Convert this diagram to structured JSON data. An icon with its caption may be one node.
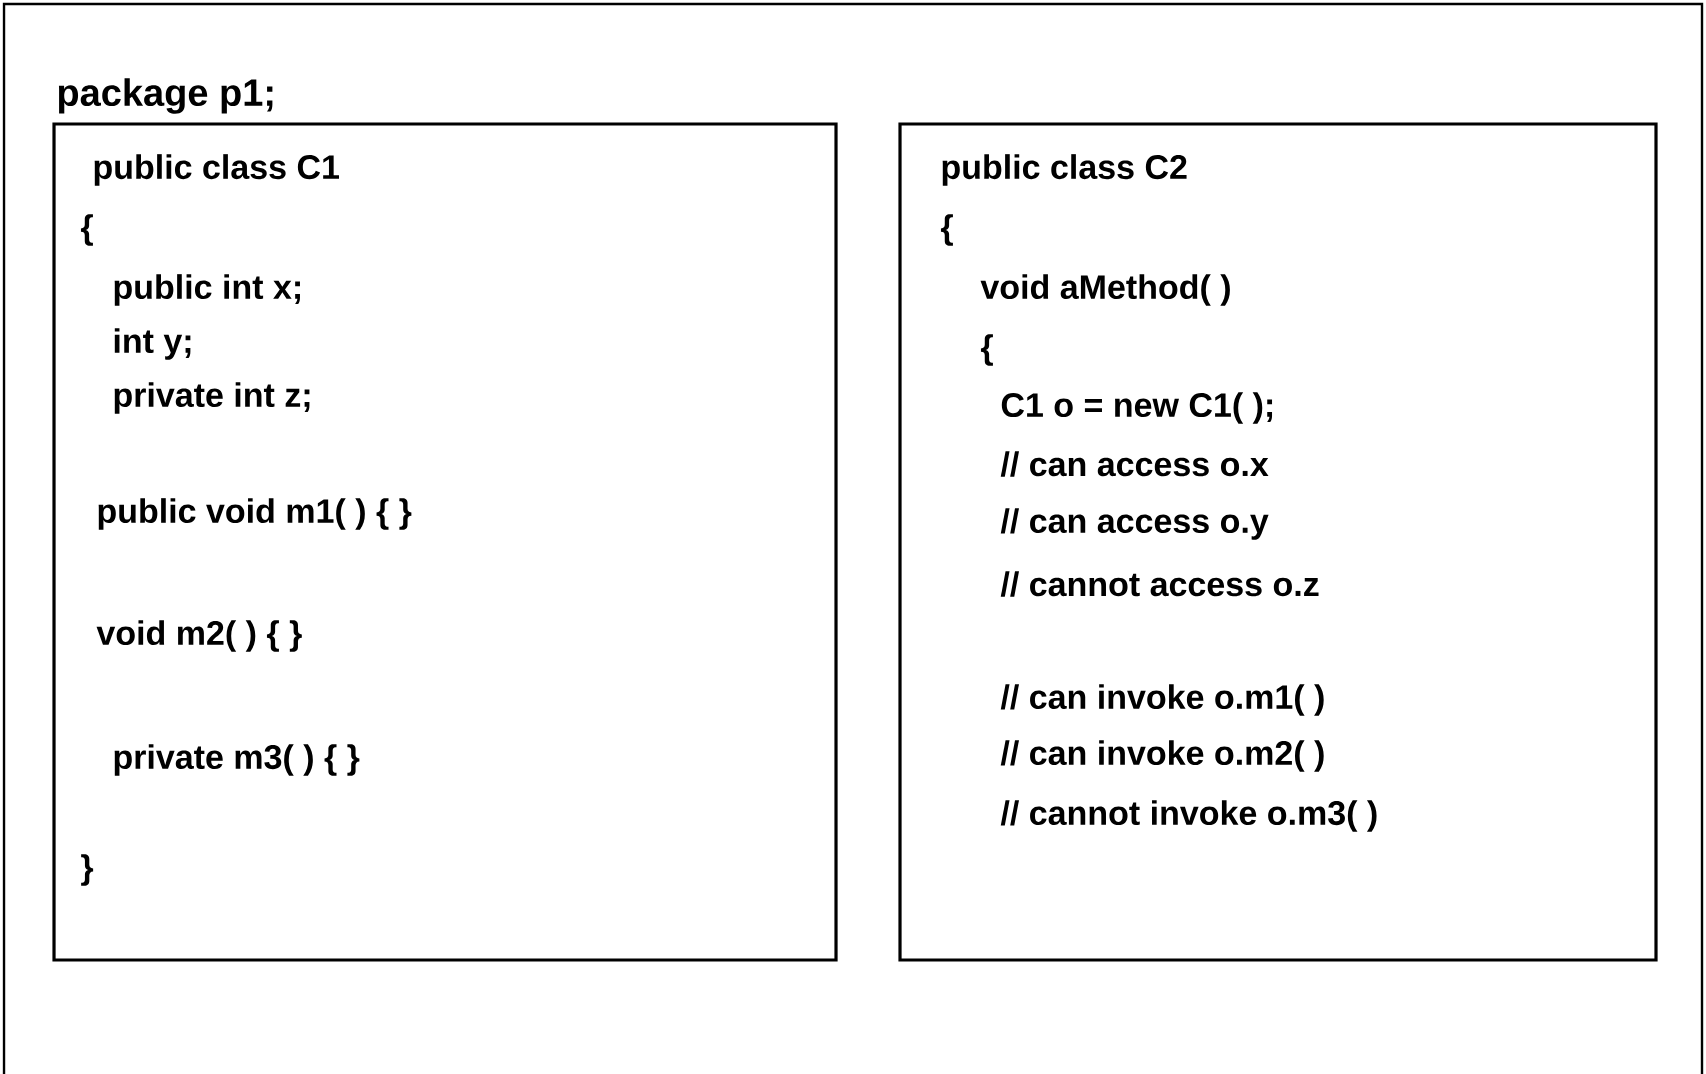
{
  "diagram": {
    "nodes": [
      {
        "text": [
          "package p1;"
        ]
      },
      {
        "text": [
          "public class C1",
          "{",
          "public int x;",
          "int y;",
          "private int z;",
          "public void m1( ) { }",
          "void m2( ) { }",
          "private m3( ) { }",
          "}"
        ],
        "in": 0
      },
      {
        "text": [
          "public class C2",
          "{",
          "void aMethod( )",
          "{",
          "C1 o = new C1( );",
          "// can access o.x",
          "// can access o.y",
          "// cannot access o.z",
          "// can invoke o.m1( )",
          "// can invoke o.m2( )",
          "// cannot invoke o.m3( )"
        ],
        "in": 0
      }
    ]
  }
}
